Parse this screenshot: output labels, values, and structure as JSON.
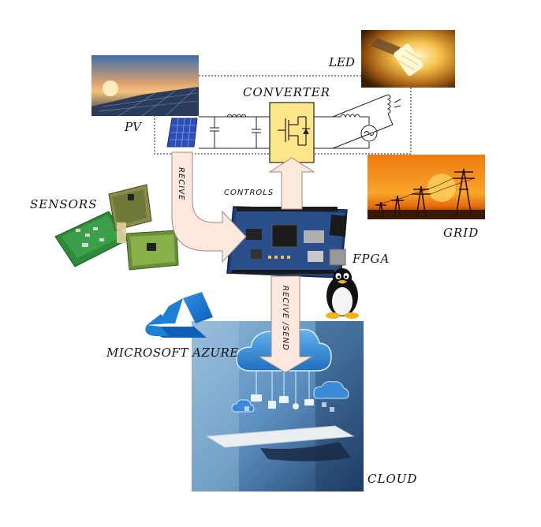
{
  "labels": {
    "led": "LED",
    "pv": "PV",
    "converter": "CONVERTER",
    "sensors": "SENSORS",
    "recive": "RECIVE",
    "controls": "CONTROLS",
    "grid": "GRID",
    "fpga": "FPGA",
    "recive_send": "RECIVE /SEND",
    "azure": "MICROSOFT AZURE",
    "cloud": "CLOUD"
  },
  "colors": {
    "arrow_fill": "#fce8dc",
    "arrow_stroke": "#9a8a80",
    "converter_yellow": "#fde58a",
    "pcb_blue": "#2b4f8a",
    "sensor_green": "#3aa14a",
    "azure_blue": "#1d7fd6",
    "cloud_blue": "#4a9ee0",
    "sunset_orange": "#f08a1a"
  },
  "icons": {
    "led": "led-bulb-photo",
    "pv": "solar-panel-photo",
    "grid": "power-tower-photo",
    "fpga": "fpga-board-photo",
    "sensors": "sensor-boards-photo",
    "linux": "tux-penguin-icon",
    "azure": "azure-logo-icon",
    "cloud": "cloud-computing-photo"
  }
}
